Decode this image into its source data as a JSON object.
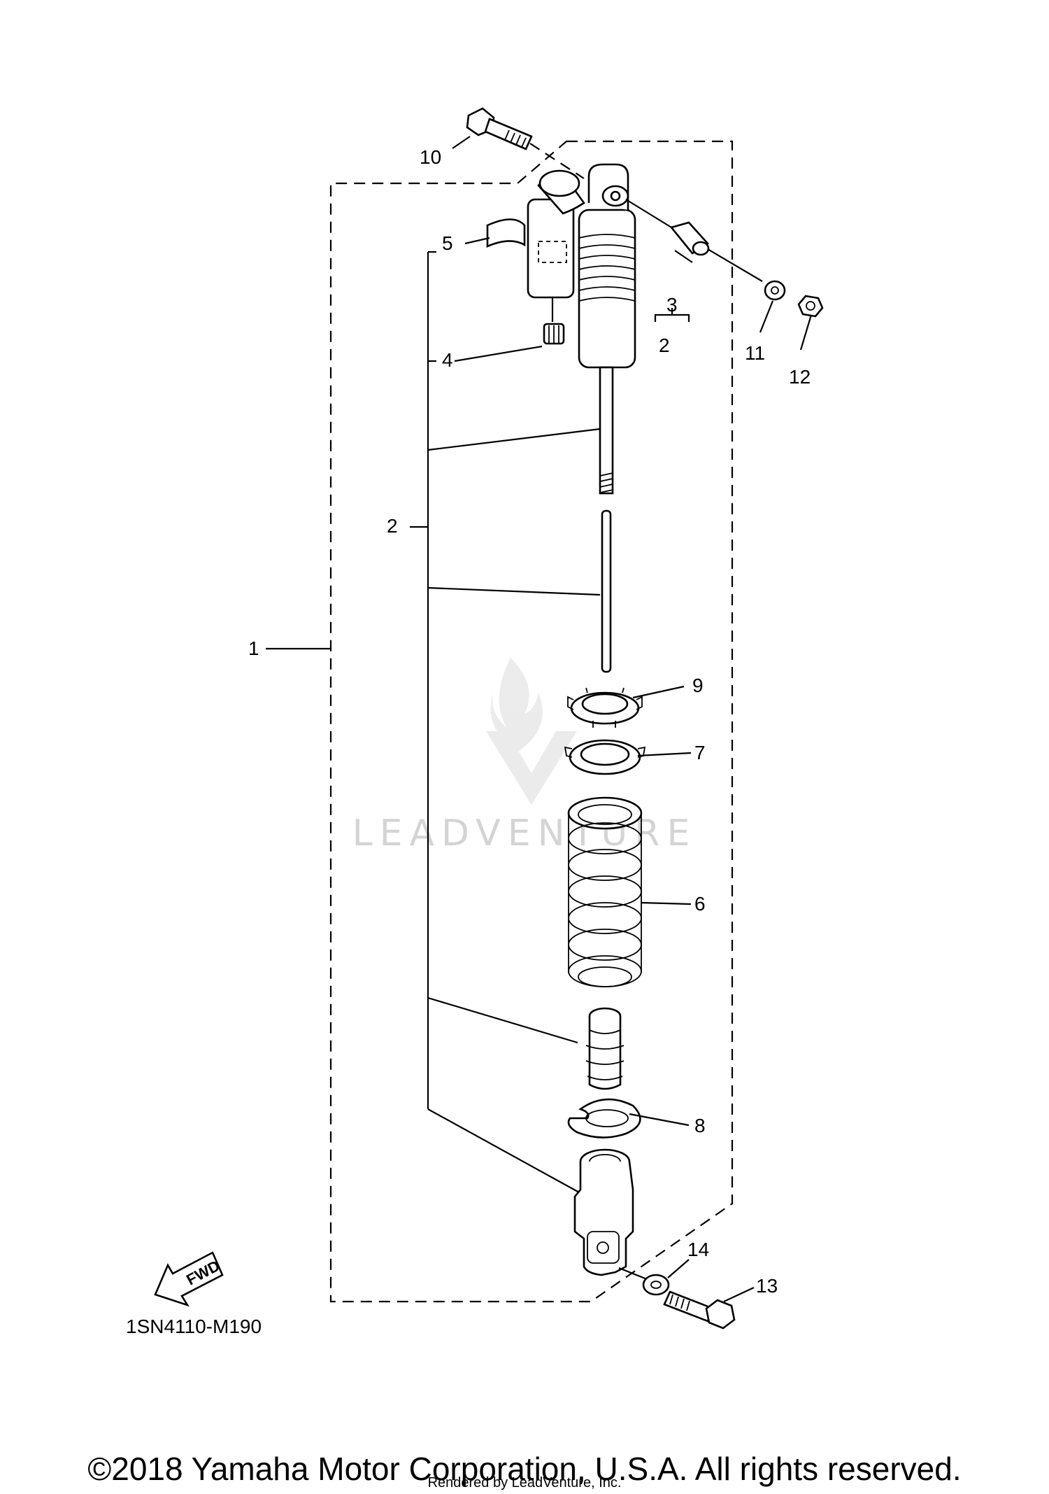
{
  "diagram": {
    "code": "1SN4110-M190",
    "fwd_label": "FWD",
    "watermark": "LEADVENTURE",
    "callouts": {
      "c1": "1",
      "c2a": "2",
      "c2b": "2",
      "c3": "3",
      "c4": "4",
      "c5": "5",
      "c6": "6",
      "c7": "7",
      "c8": "8",
      "c9": "9",
      "c10": "10",
      "c11": "11",
      "c12": "12",
      "c13": "13",
      "c14": "14"
    }
  },
  "footer": {
    "copyright": "©2018 Yamaha Motor Corporation, U.S.A. All rights reserved.",
    "rendered_by": "Rendered by LeadVenture, Inc."
  }
}
